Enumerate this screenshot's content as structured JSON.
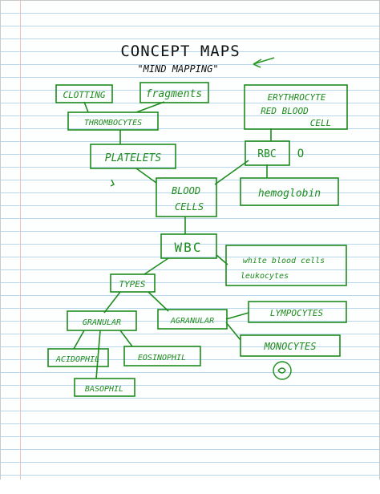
{
  "title": "CONCEPT MAPS",
  "subtitle": "\"MIND MAPPING\"",
  "nodes": {
    "clotting": "CLOTTING",
    "fragments": "fragments",
    "erythrocyte_line1": "ERYTHROCYTE",
    "erythrocyte_line2": "RED BLOOD",
    "erythrocyte_line3": "CELL",
    "thrombocytes": "THROMBOCYTES",
    "platelets": "PLATELETS",
    "rbc": "RBC",
    "rbc_mark": "O",
    "blood_cells_line1": "BLOOD",
    "blood_cells_line2": "CELLS",
    "hemoglobin": "hemoglobin",
    "wbc": "WBC",
    "white_blood_cells_line1": "white blood cells",
    "white_blood_cells_line2": "leukocytes",
    "types": "TYPES",
    "granular": "GRANULAR",
    "agranular": "AGRANULAR",
    "lymphocytes": "LYMPOCYTES",
    "monocytes": "MONOCYTES",
    "acidophil": "ACIDOPHIL",
    "eosinophil": "EOSINOPHIL",
    "basophil": "BASOPHIL"
  },
  "colors": {
    "ink": "#1e8c1e",
    "title_ink": "#111111",
    "rule": "#b9d7ec"
  }
}
